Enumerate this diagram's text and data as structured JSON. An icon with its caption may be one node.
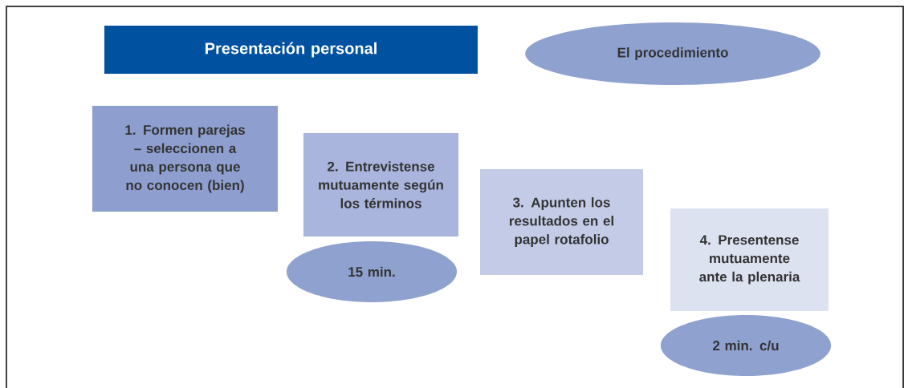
{
  "diagram": {
    "nodes": [
      {
        "text": [
          "Presentación personal"
        ]
      },
      {
        "text": [
          "El procedimiento"
        ]
      },
      {
        "text": [
          "1. Formen parejas – seleccionen a una persona que no conocen (bien)"
        ]
      },
      {
        "text": [
          "2. Entrevistense mutuamente según los términos"
        ]
      },
      {
        "text": [
          "3. Apunten los resultados en el papel rotafolio"
        ]
      },
      {
        "text": [
          "4. Presentense mutuamente ante la plenaria"
        ]
      },
      {
        "text": [
          "15 min."
        ]
      },
      {
        "text": [
          "2 min. c/u"
        ]
      }
    ]
  }
}
